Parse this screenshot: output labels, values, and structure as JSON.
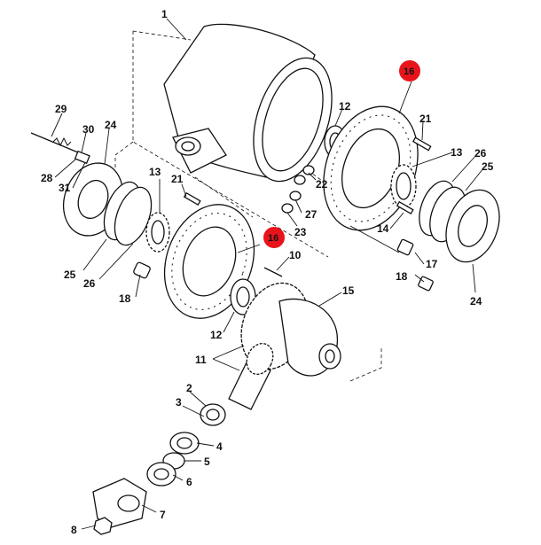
{
  "diagram": {
    "highlight_color": "#e8141c",
    "callouts": [
      {
        "id": "c1",
        "label": "1"
      },
      {
        "id": "c2",
        "label": "2"
      },
      {
        "id": "c3",
        "label": "3"
      },
      {
        "id": "c4",
        "label": "4"
      },
      {
        "id": "c5",
        "label": "5"
      },
      {
        "id": "c6",
        "label": "6"
      },
      {
        "id": "c7",
        "label": "7"
      },
      {
        "id": "c8",
        "label": "8"
      },
      {
        "id": "c10",
        "label": "10"
      },
      {
        "id": "c11",
        "label": "11"
      },
      {
        "id": "c12a",
        "label": "12"
      },
      {
        "id": "c12b",
        "label": "12"
      },
      {
        "id": "c13a",
        "label": "13"
      },
      {
        "id": "c13b",
        "label": "13"
      },
      {
        "id": "c14",
        "label": "14"
      },
      {
        "id": "c15",
        "label": "15"
      },
      {
        "id": "c16a",
        "label": "16",
        "highlighted": true
      },
      {
        "id": "c16b",
        "label": "16",
        "highlighted": true
      },
      {
        "id": "c17",
        "label": "17"
      },
      {
        "id": "c18a",
        "label": "18"
      },
      {
        "id": "c18b",
        "label": "18"
      },
      {
        "id": "c21a",
        "label": "21"
      },
      {
        "id": "c21b",
        "label": "21"
      },
      {
        "id": "c22",
        "label": "22"
      },
      {
        "id": "c23",
        "label": "23"
      },
      {
        "id": "c24a",
        "label": "24"
      },
      {
        "id": "c24b",
        "label": "24"
      },
      {
        "id": "c25a",
        "label": "25"
      },
      {
        "id": "c25b",
        "label": "25"
      },
      {
        "id": "c26a",
        "label": "26"
      },
      {
        "id": "c26b",
        "label": "26"
      },
      {
        "id": "c27",
        "label": "27"
      },
      {
        "id": "c28",
        "label": "28"
      },
      {
        "id": "c29",
        "label": "29"
      },
      {
        "id": "c30",
        "label": "30"
      },
      {
        "id": "c31",
        "label": "31"
      }
    ]
  }
}
